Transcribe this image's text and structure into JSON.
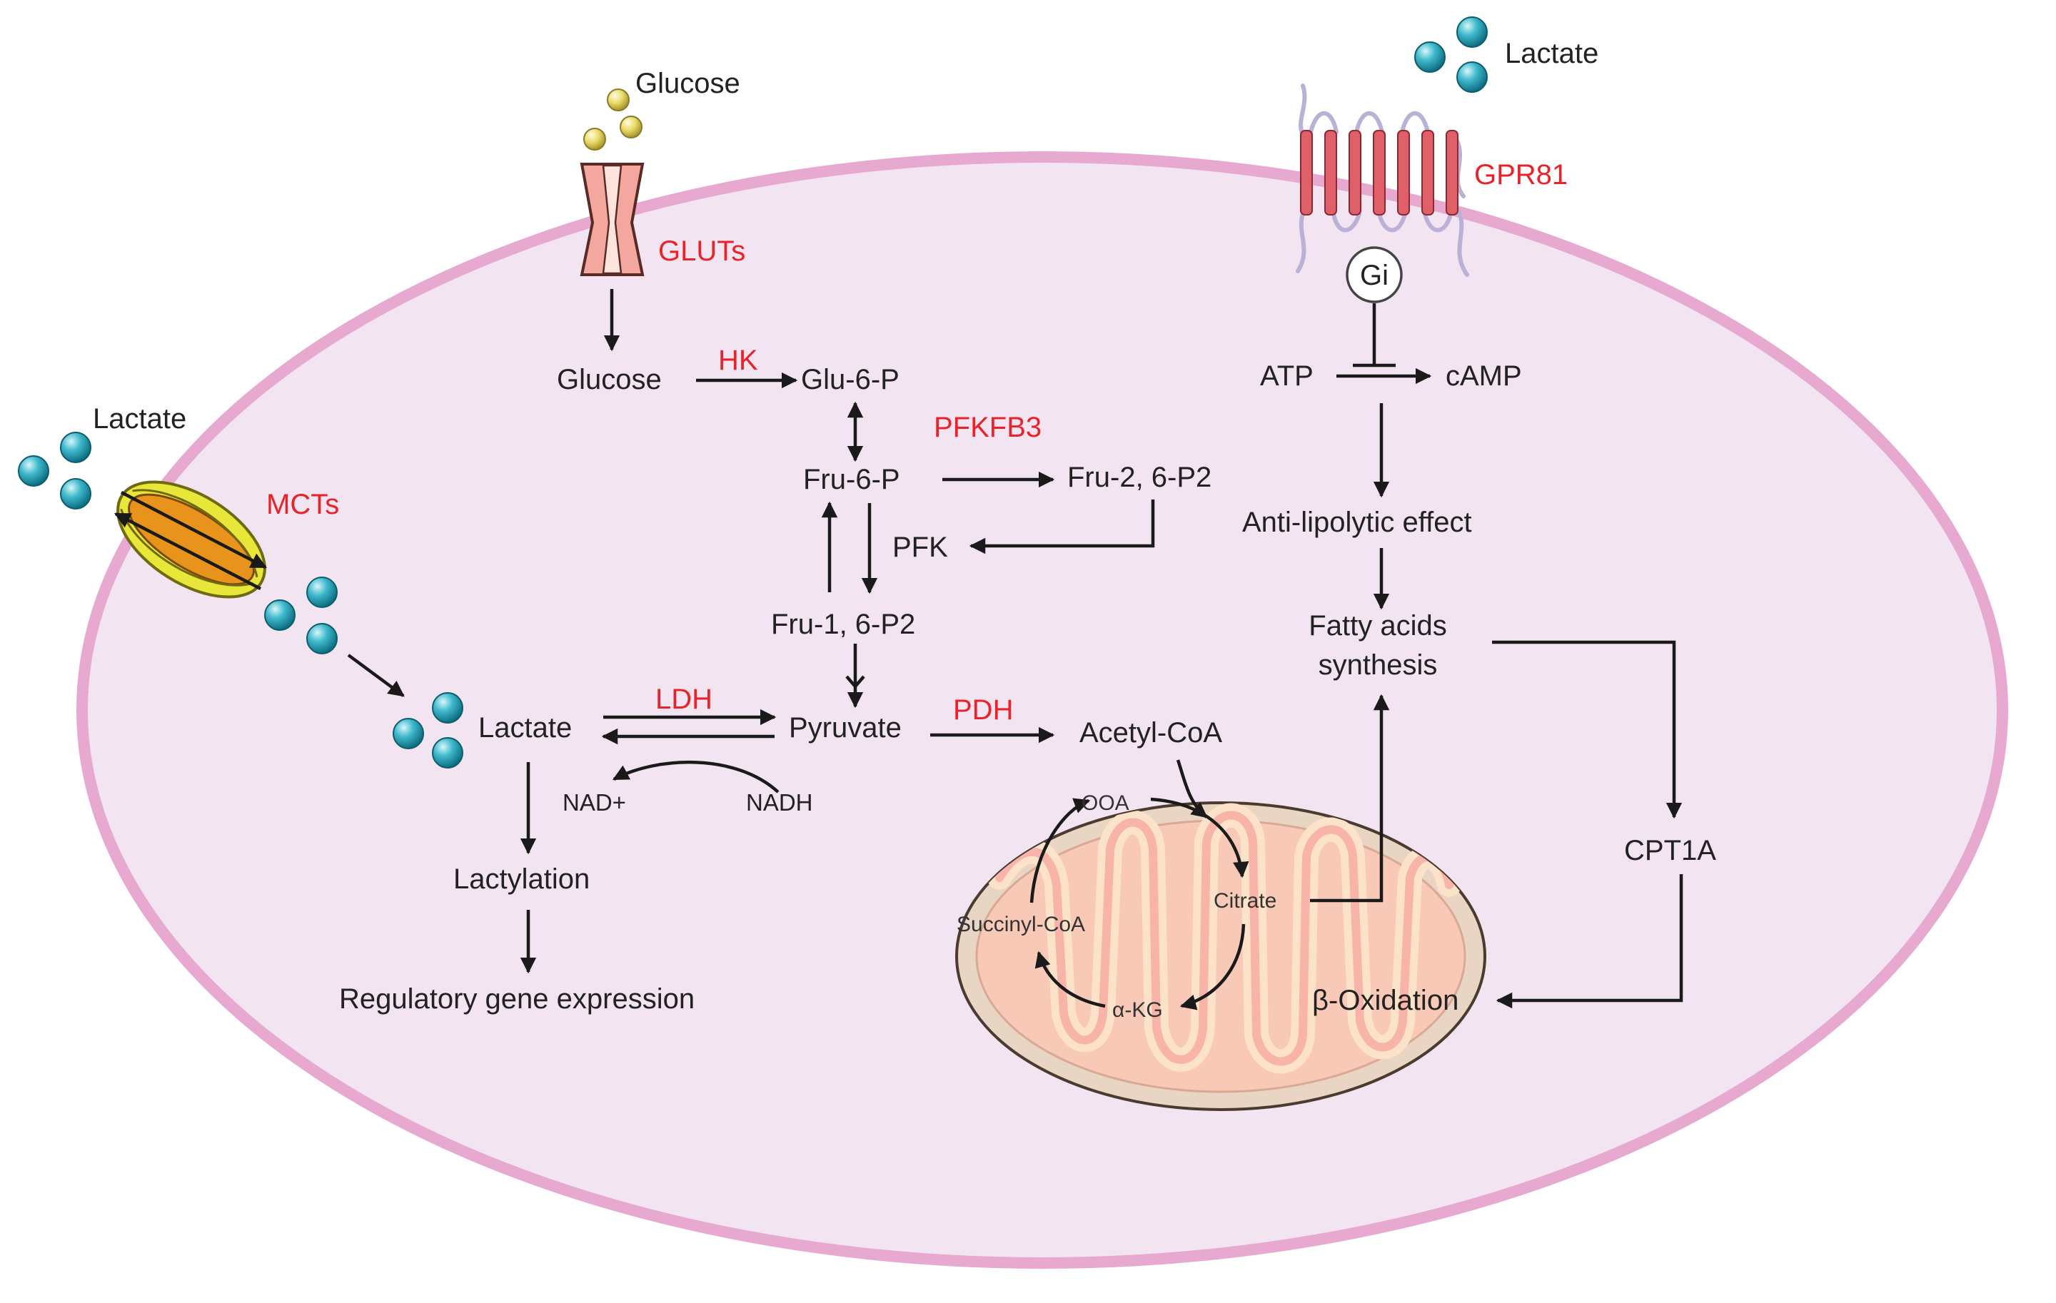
{
  "colors": {
    "enzyme": "#e8232a",
    "cell_fill": "#f3e4f1",
    "cell_membrane": "#e7a9cf",
    "lactate_bead": "#2aa4b8",
    "glucose_bead": "#e6d25c",
    "glut_fill": "#f3a79e",
    "mct_outer": "#e9e63a",
    "mct_inner": "#e8941c",
    "receptor": "#e0606a",
    "mito_outer": "#e8d5c4",
    "mito_inner": "#f8b4a8",
    "mito_cristae": "#fbe2c8"
  },
  "icons": {
    "lactate": "teal-sphere-cluster-icon",
    "glucose": "yellow-sphere-cluster-icon",
    "glut": "glucose-transporter-channel-icon",
    "mct": "monocarboxylate-transporter-icon",
    "gpr81": "seven-transmembrane-receptor-icon",
    "gi": "gi-protein-circle-icon",
    "mitochondrion": "mitochondrion-icon"
  },
  "external": {
    "glucose": "Glucose",
    "lactate_top": "Lactate",
    "lactate_left": "Lactate"
  },
  "transporters": {
    "gluts": "GLUTs",
    "mcts": "MCTs",
    "gpr81": "GPR81",
    "gi": "Gi"
  },
  "glycolysis": {
    "glucose": "Glucose",
    "hk": "HK",
    "glu6p": "Glu-6-P",
    "fru6p": "Fru-6-P",
    "pfkfb3": "PFKFB3",
    "fru26p2": "Fru-2, 6-P2",
    "pfk": "PFK",
    "fru16p2": "Fru-1, 6-P2",
    "pyruvate": "Pyruvate",
    "pdh": "PDH",
    "acetylcoa": "Acetyl-CoA"
  },
  "lactate_branch": {
    "lactate": "Lactate",
    "ldh": "LDH",
    "nadplus": "NAD+",
    "nadh": "NADH",
    "lactylation": "Lactylation",
    "regulatory": "Regulatory gene expression"
  },
  "tca": {
    "ooa": "OOA",
    "citrate": "Citrate",
    "akg": "α-KG",
    "succinyl": "Succinyl-CoA"
  },
  "signaling": {
    "atp": "ATP",
    "camp": "cAMP",
    "antilipolytic": "Anti-lipolytic effect",
    "fatty_line1": "Fatty acids",
    "fatty_line2": "synthesis",
    "cpt1a": "CPT1A",
    "betaox": "β-Oxidation"
  }
}
